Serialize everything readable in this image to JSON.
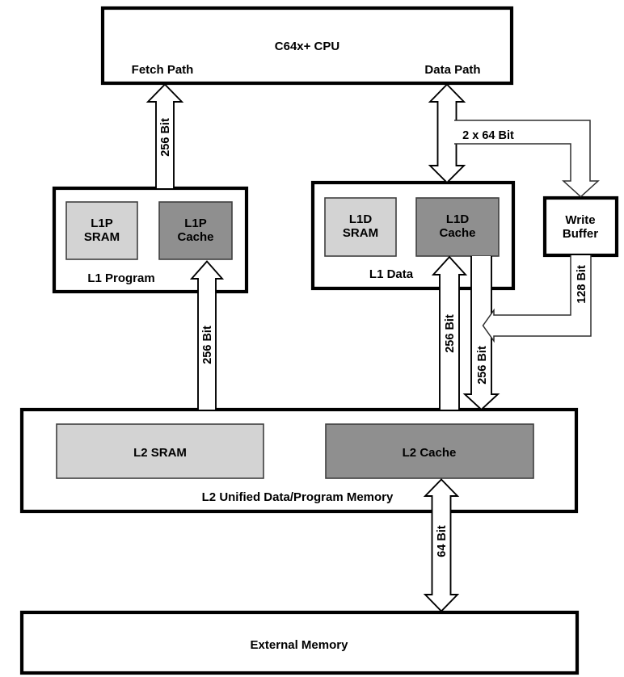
{
  "diagram": {
    "cpu": {
      "label": "C64x+ CPU",
      "fetch_path": "Fetch Path",
      "data_path": "Data Path"
    },
    "l1_program": {
      "label": "L1 Program",
      "sram_line1": "L1P",
      "sram_line2": "SRAM",
      "cache_line1": "L1P",
      "cache_line2": "Cache"
    },
    "l1_data": {
      "label": "L1 Data",
      "sram_line1": "L1D",
      "sram_line2": "SRAM",
      "cache_line1": "L1D",
      "cache_line2": "Cache"
    },
    "write_buffer": {
      "line1": "Write",
      "line2": "Buffer"
    },
    "l2": {
      "label": "L2 Unified Data/Program Memory",
      "sram": "L2 SRAM",
      "cache": "L2 Cache"
    },
    "external_memory": {
      "label": "External Memory"
    },
    "buses": {
      "cpu_fetch": "256 Bit",
      "cpu_data_write": "2 x 64 Bit",
      "write_buffer_out": "128 Bit",
      "l2_l1p": "256 Bit",
      "l2_l1d": "256 Bit",
      "l1d_l2": "256 Bit",
      "l2_external": "64 Bit"
    },
    "colors": {
      "sram_fill": "#d3d3d3",
      "cache_fill": "#8f8f8f",
      "external_fill": "#c9c9c9"
    }
  }
}
